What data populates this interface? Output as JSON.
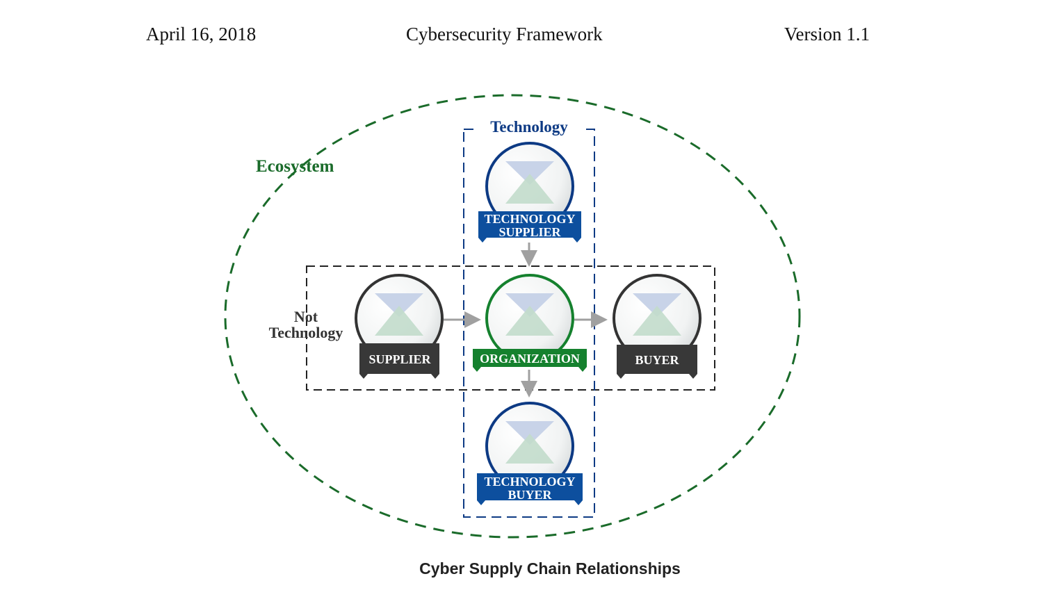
{
  "header": {
    "date": "April 16, 2018",
    "title": "Cybersecurity Framework",
    "version": "Version 1.1"
  },
  "diagram": {
    "ecosystem_label": "Ecosystem",
    "technology_label": "Technology",
    "not_technology_label": [
      "Not",
      "Technology"
    ],
    "nodes": {
      "technology_supplier": {
        "label": [
          "TECHNOLOGY",
          "SUPPLIER"
        ]
      },
      "supplier": {
        "label": [
          "SUPPLIER"
        ]
      },
      "organization": {
        "label": [
          "ORGANIZATION"
        ]
      },
      "buyer": {
        "label": [
          "BUYER"
        ]
      },
      "technology_buyer": {
        "label": [
          "TECHNOLOGY",
          "BUYER"
        ]
      }
    },
    "colors": {
      "ecosystem": "#1a6b2a",
      "technology": "#0d3a84",
      "technology_badge": "#0d4f9e",
      "organization": "#15812e",
      "neutral_badge": "#383838",
      "arrow": "#a0a0a0"
    }
  },
  "caption": "Cyber Supply Chain Relationships"
}
